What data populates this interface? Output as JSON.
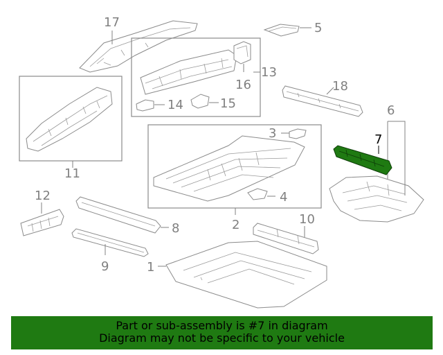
{
  "diagram": {
    "labels": [
      {
        "id": "17",
        "text": "17"
      },
      {
        "id": "5",
        "text": "5"
      },
      {
        "id": "13",
        "text": "13"
      },
      {
        "id": "16",
        "text": "16"
      },
      {
        "id": "18",
        "text": "18"
      },
      {
        "id": "14",
        "text": "14"
      },
      {
        "id": "15",
        "text": "15"
      },
      {
        "id": "11",
        "text": "11"
      },
      {
        "id": "6",
        "text": "6"
      },
      {
        "id": "3",
        "text": "3"
      },
      {
        "id": "7",
        "text": "7"
      },
      {
        "id": "4",
        "text": "4"
      },
      {
        "id": "2",
        "text": "2"
      },
      {
        "id": "12",
        "text": "12"
      },
      {
        "id": "8",
        "text": "8"
      },
      {
        "id": "10",
        "text": "10"
      },
      {
        "id": "9",
        "text": "9"
      },
      {
        "id": "1",
        "text": "1"
      }
    ],
    "highlight_part": "7",
    "colors": {
      "highlight": "#1f7a12",
      "banner": "#1f7a12",
      "line": "#8a8a8a",
      "label": "#808080"
    }
  },
  "banner": {
    "line1": "Part or sub-assembly is #7 in diagram",
    "line2": "Diagram may not be specific to your vehicle"
  }
}
